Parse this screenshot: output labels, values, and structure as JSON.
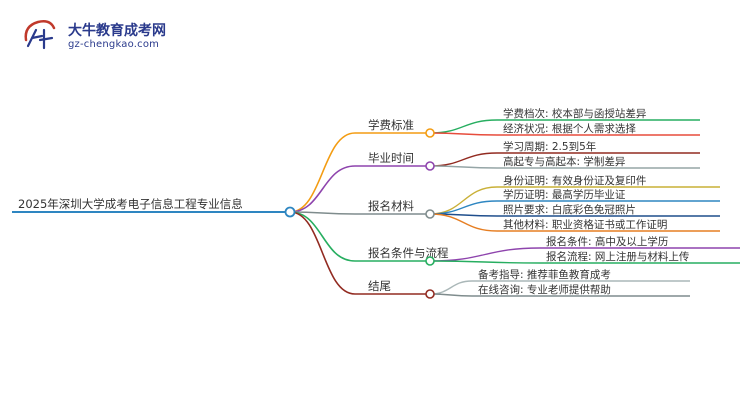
{
  "logo": {
    "name": "大牛教育成考网",
    "url": "gz-chengkao.com",
    "mark_text": "大牛"
  },
  "root": {
    "label": "2025年深圳大学成考电子信息工程专业信息",
    "color": "#2e86c1"
  },
  "branches": [
    {
      "label": "学费标准",
      "color": "#f39c12",
      "leaves": [
        {
          "label": "学费档次: 校本部与函授站差异",
          "color": "#27ae60"
        },
        {
          "label": "经济状况: 根据个人需求选择",
          "color": "#e74c3c"
        }
      ]
    },
    {
      "label": "毕业时间",
      "color": "#8e44ad",
      "leaves": [
        {
          "label": "学习周期: 2.5到5年",
          "color": "#922b21"
        },
        {
          "label": "高起专与高起本: 学制差异",
          "color": "#95a5a6"
        }
      ]
    },
    {
      "label": "报名材料",
      "color": "#7f8c8d",
      "leaves": [
        {
          "label": "身份证明: 有效身份证及复印件",
          "color": "#c9b037"
        },
        {
          "label": "学历证明: 最高学历毕业证",
          "color": "#2e86c1"
        },
        {
          "label": "照片要求: 白底彩色免冠照片",
          "color": "#1f4e8c"
        },
        {
          "label": "其他材料: 职业资格证书或工作证明",
          "color": "#e67e22"
        }
      ]
    },
    {
      "label": "报名条件与流程",
      "color": "#27ae60",
      "leaves": [
        {
          "label": "报名条件: 高中及以上学历",
          "color": "#8e44ad"
        },
        {
          "label": "报名流程: 网上注册与材料上传",
          "color": "#27ae60"
        }
      ]
    },
    {
      "label": "结尾",
      "color": "#922b21",
      "leaves": [
        {
          "label": "备考指导: 推荐菲鱼教育成考",
          "color": "#aab7b8"
        },
        {
          "label": "在线咨询: 专业老师提供帮助",
          "color": "#7f8c8d"
        }
      ]
    }
  ]
}
